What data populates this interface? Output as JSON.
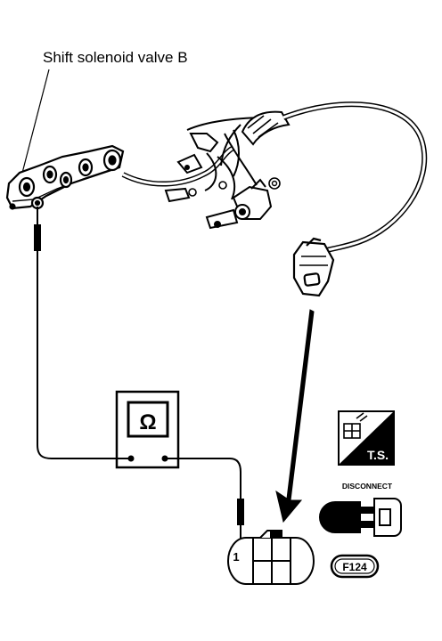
{
  "diagram": {
    "callout_label": "Shift solenoid valve B",
    "meter_symbol": "Ω",
    "terminal_number": "1",
    "badge_ts": "T.S.",
    "badge_disconnect": "DISCONNECT",
    "connector_code": "F124"
  }
}
